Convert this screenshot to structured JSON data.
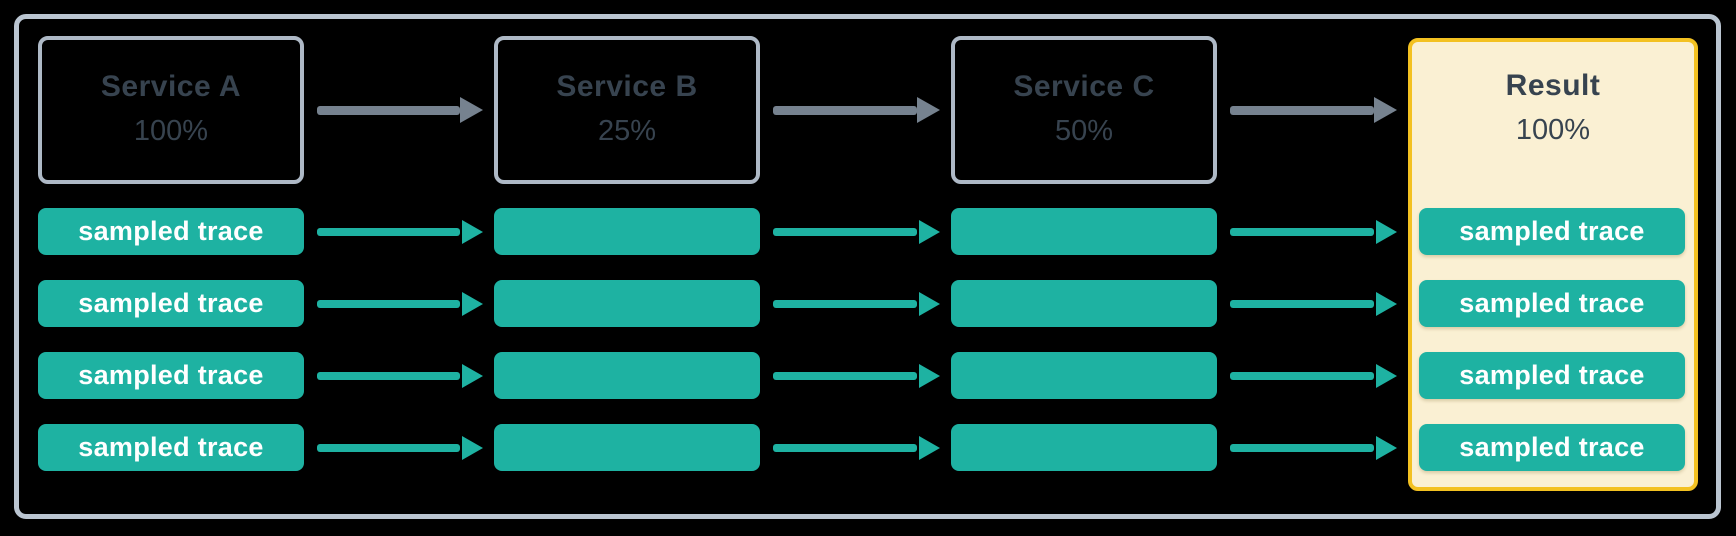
{
  "diagram": {
    "description": "Trace sampling flow across services",
    "columns": [
      {
        "id": "service-a",
        "title": "Service A",
        "rate": "100%"
      },
      {
        "id": "service-b",
        "title": "Service B",
        "rate": "25%"
      },
      {
        "id": "service-c",
        "title": "Service C",
        "rate": "50%"
      },
      {
        "id": "result",
        "title": "Result",
        "rate": "100%"
      }
    ],
    "trace": {
      "label": "sampled trace",
      "rows_per_column": 4
    },
    "colors": {
      "background": "#000000",
      "frame_border": "#bac5d1",
      "service_box_border": "#aeb9c6",
      "heading_text": "#37434f",
      "trace_fill": "#1eb2a2",
      "trace_text": "#ffffff",
      "service_flow_arrow": "#76828f",
      "trace_flow_arrow": "#1eb2a2",
      "result_fill": "#faf0d3",
      "result_border": "#f3c121"
    }
  }
}
